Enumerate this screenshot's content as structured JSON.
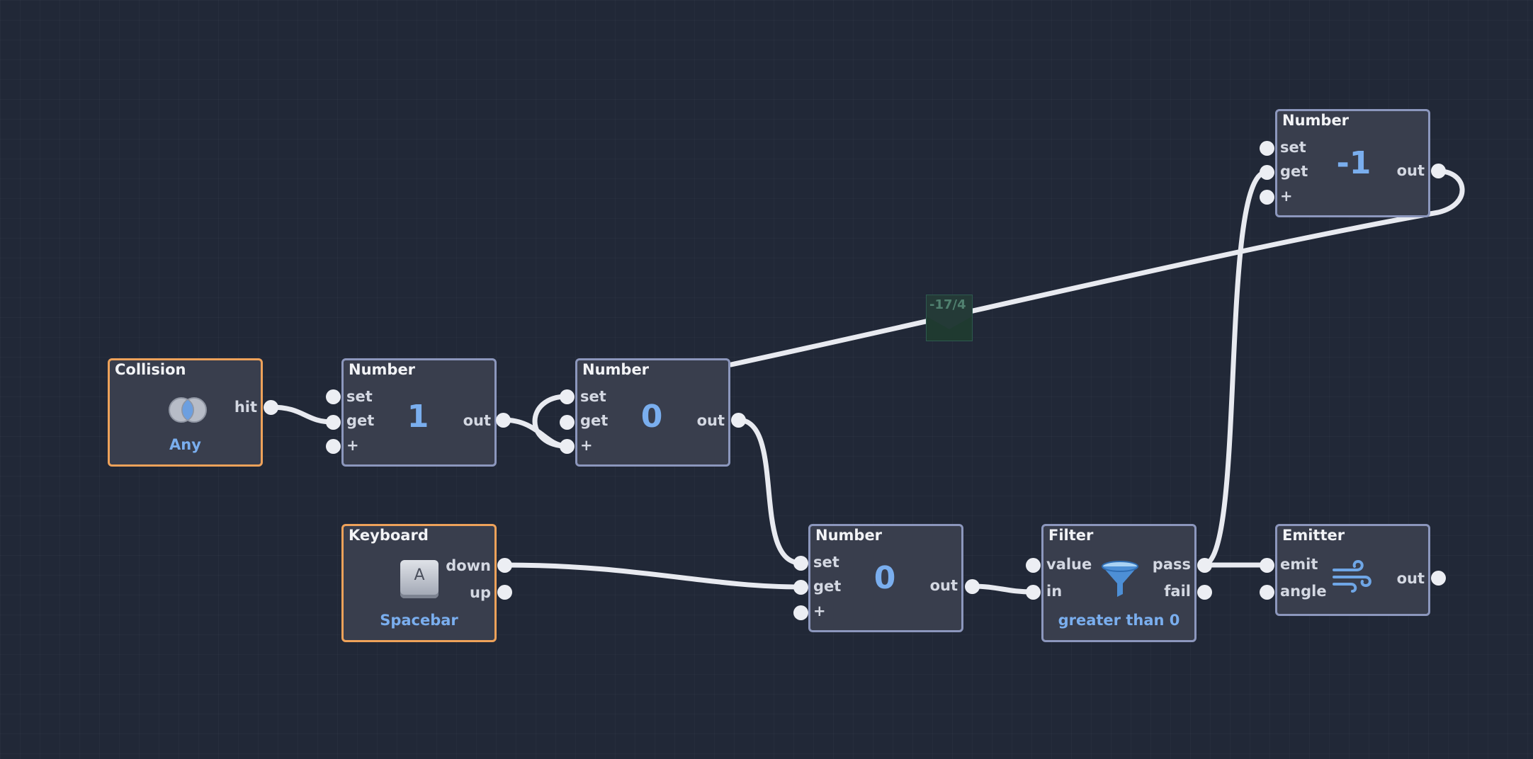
{
  "nodes": {
    "collision": {
      "title": "Collision",
      "outputs": [
        "hit"
      ],
      "subtitle": "Any",
      "icon": "venn-icon"
    },
    "number_a": {
      "title": "Number",
      "inputs": [
        "set",
        "get",
        "+"
      ],
      "value": "1",
      "outputs": [
        "out"
      ]
    },
    "number_b": {
      "title": "Number",
      "inputs": [
        "set",
        "get",
        "+"
      ],
      "value": "0",
      "outputs": [
        "out"
      ]
    },
    "number_c": {
      "title": "Number",
      "inputs": [
        "set",
        "get",
        "+"
      ],
      "value": "-1",
      "outputs": [
        "out"
      ]
    },
    "keyboard": {
      "title": "Keyboard",
      "outputs": [
        "down",
        "up"
      ],
      "key_cap": "A",
      "subtitle": "Spacebar",
      "icon": "keycap-icon"
    },
    "number_d": {
      "title": "Number",
      "inputs": [
        "set",
        "get",
        "+"
      ],
      "value": "0",
      "outputs": [
        "out"
      ]
    },
    "filter": {
      "title": "Filter",
      "inputs": [
        "value",
        "in"
      ],
      "outputs": [
        "pass",
        "fail"
      ],
      "subtitle": "greater than 0",
      "icon": "funnel-icon"
    },
    "emitter": {
      "title": "Emitter",
      "inputs": [
        "emit",
        "angle"
      ],
      "outputs": [
        "out"
      ],
      "icon": "wind-icon"
    }
  },
  "minimap": {
    "label": "-17/4"
  },
  "colors": {
    "background": "#212837",
    "node_fill": "#393e4d",
    "node_border": "#8c97bd",
    "event_border": "#eea25a",
    "value_text": "#7aaeee",
    "wire": "#e8eaf0"
  }
}
